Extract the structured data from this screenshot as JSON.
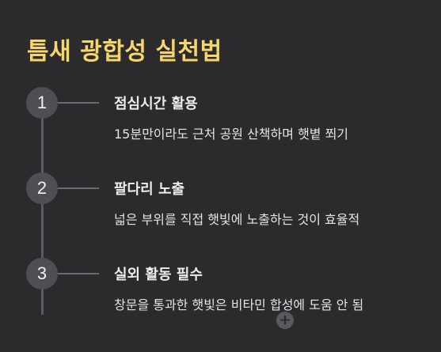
{
  "title": "틈새 광합성 실천법",
  "steps": [
    {
      "number": "1",
      "heading": "점심시간 활용",
      "description": "15분만이라도 근처 공원 산책하며 햇볕 쬐기"
    },
    {
      "number": "2",
      "heading": "팔다리 노출",
      "description": "넓은 부위를 직접 햇빛에 노출하는 것이 효율적"
    },
    {
      "number": "3",
      "heading": "실외 활동 필수",
      "description": "창문을 통과한 햇빛은 비타민 합성에 도움 안 됨"
    }
  ],
  "add_button": {
    "label": "+",
    "icon": "plus-icon"
  },
  "colors": {
    "background": "#2b2a2d",
    "title": "#f6d56a",
    "circle": "#4f4e53",
    "line": "#5c5b60",
    "text": "#ececec"
  }
}
